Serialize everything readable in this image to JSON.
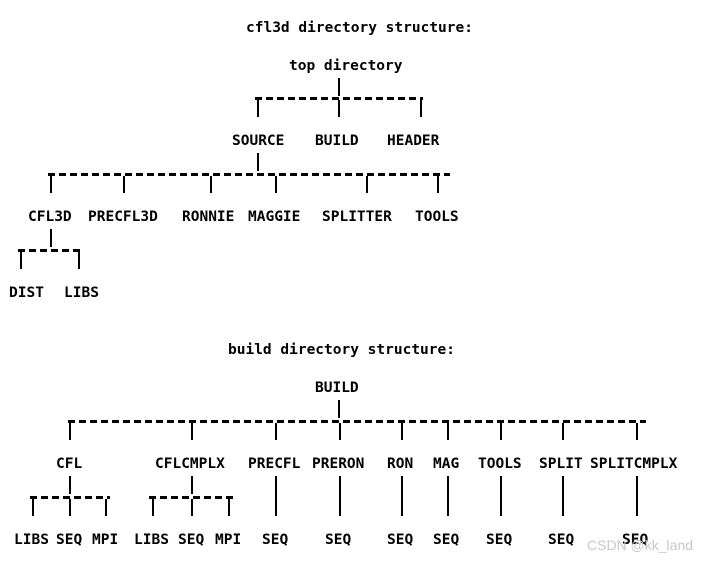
{
  "page": {
    "background_color": "#ffffff",
    "text_color": "#000000",
    "watermark": "CSDN @kk_land",
    "watermark_color": "#c8c8c8"
  },
  "tree1": {
    "title": "cfl3d directory structure:",
    "root": "top directory",
    "level1": [
      "SOURCE",
      "BUILD",
      "HEADER"
    ],
    "level2": [
      "CFL3D",
      "PRECFL3D",
      "RONNIE",
      "MAGGIE",
      "SPLITTER",
      "TOOLS"
    ],
    "level3": [
      "DIST",
      "LIBS"
    ],
    "level2_parent": "SOURCE",
    "level3_parent": "CFL3D"
  },
  "tree2": {
    "title": "build directory structure:",
    "root": "BUILD",
    "level1": [
      "CFL",
      "CFLCMPLX",
      "PRECFL",
      "PRERON",
      "RON",
      "MAG",
      "TOOLS",
      "SPLIT",
      "SPLITCMPLX"
    ],
    "children": {
      "CFL": [
        "LIBS",
        "SEQ",
        "MPI"
      ],
      "CFLCMPLX": [
        "LIBS",
        "SEQ",
        "MPI"
      ],
      "PRECFL": [
        "SEQ"
      ],
      "PRERON": [
        "SEQ"
      ],
      "RON": [
        "SEQ"
      ],
      "MAG": [
        "SEQ"
      ],
      "TOOLS": [
        "SEQ"
      ],
      "SPLIT": [
        "SEQ"
      ],
      "SPLITCMPLX": [
        "SEQ"
      ]
    }
  }
}
